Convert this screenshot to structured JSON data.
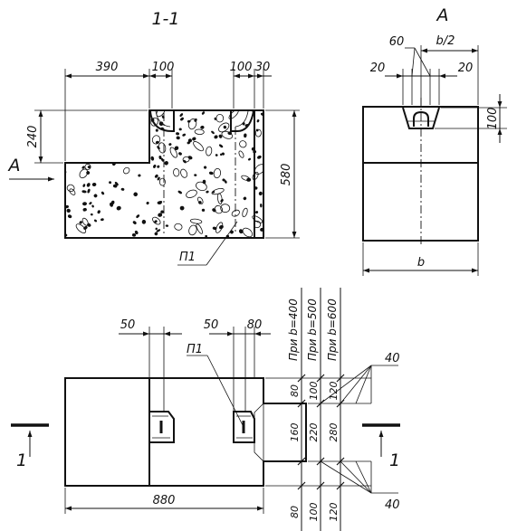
{
  "section_view": {
    "title": "1-1",
    "dims": {
      "d390": "390",
      "d100a": "100",
      "d100b": "100",
      "d30": "30",
      "d240": "240",
      "d580": "580"
    },
    "view_arrow": "A",
    "callout": "П1"
  },
  "view_a": {
    "title": "A",
    "dims": {
      "d60": "60",
      "dhalf": "b/2",
      "d20a": "20",
      "d20b": "20",
      "d100": "100",
      "db": "b"
    }
  },
  "plan_view": {
    "dims": {
      "d50a": "50",
      "d50b": "50",
      "d80": "80",
      "d880": "880"
    },
    "callout": "П1",
    "columns": [
      "При b=400",
      "При b=500",
      "При b=600"
    ],
    "top_dims": [
      "80",
      "100",
      "120"
    ],
    "mid_dims": [
      "160",
      "220",
      "280"
    ],
    "bot_dims": [
      "80",
      "100",
      "120"
    ],
    "leader_label_top": "40",
    "leader_label_bottom": "40",
    "section_marks": {
      "left": "1",
      "right": "1"
    }
  }
}
